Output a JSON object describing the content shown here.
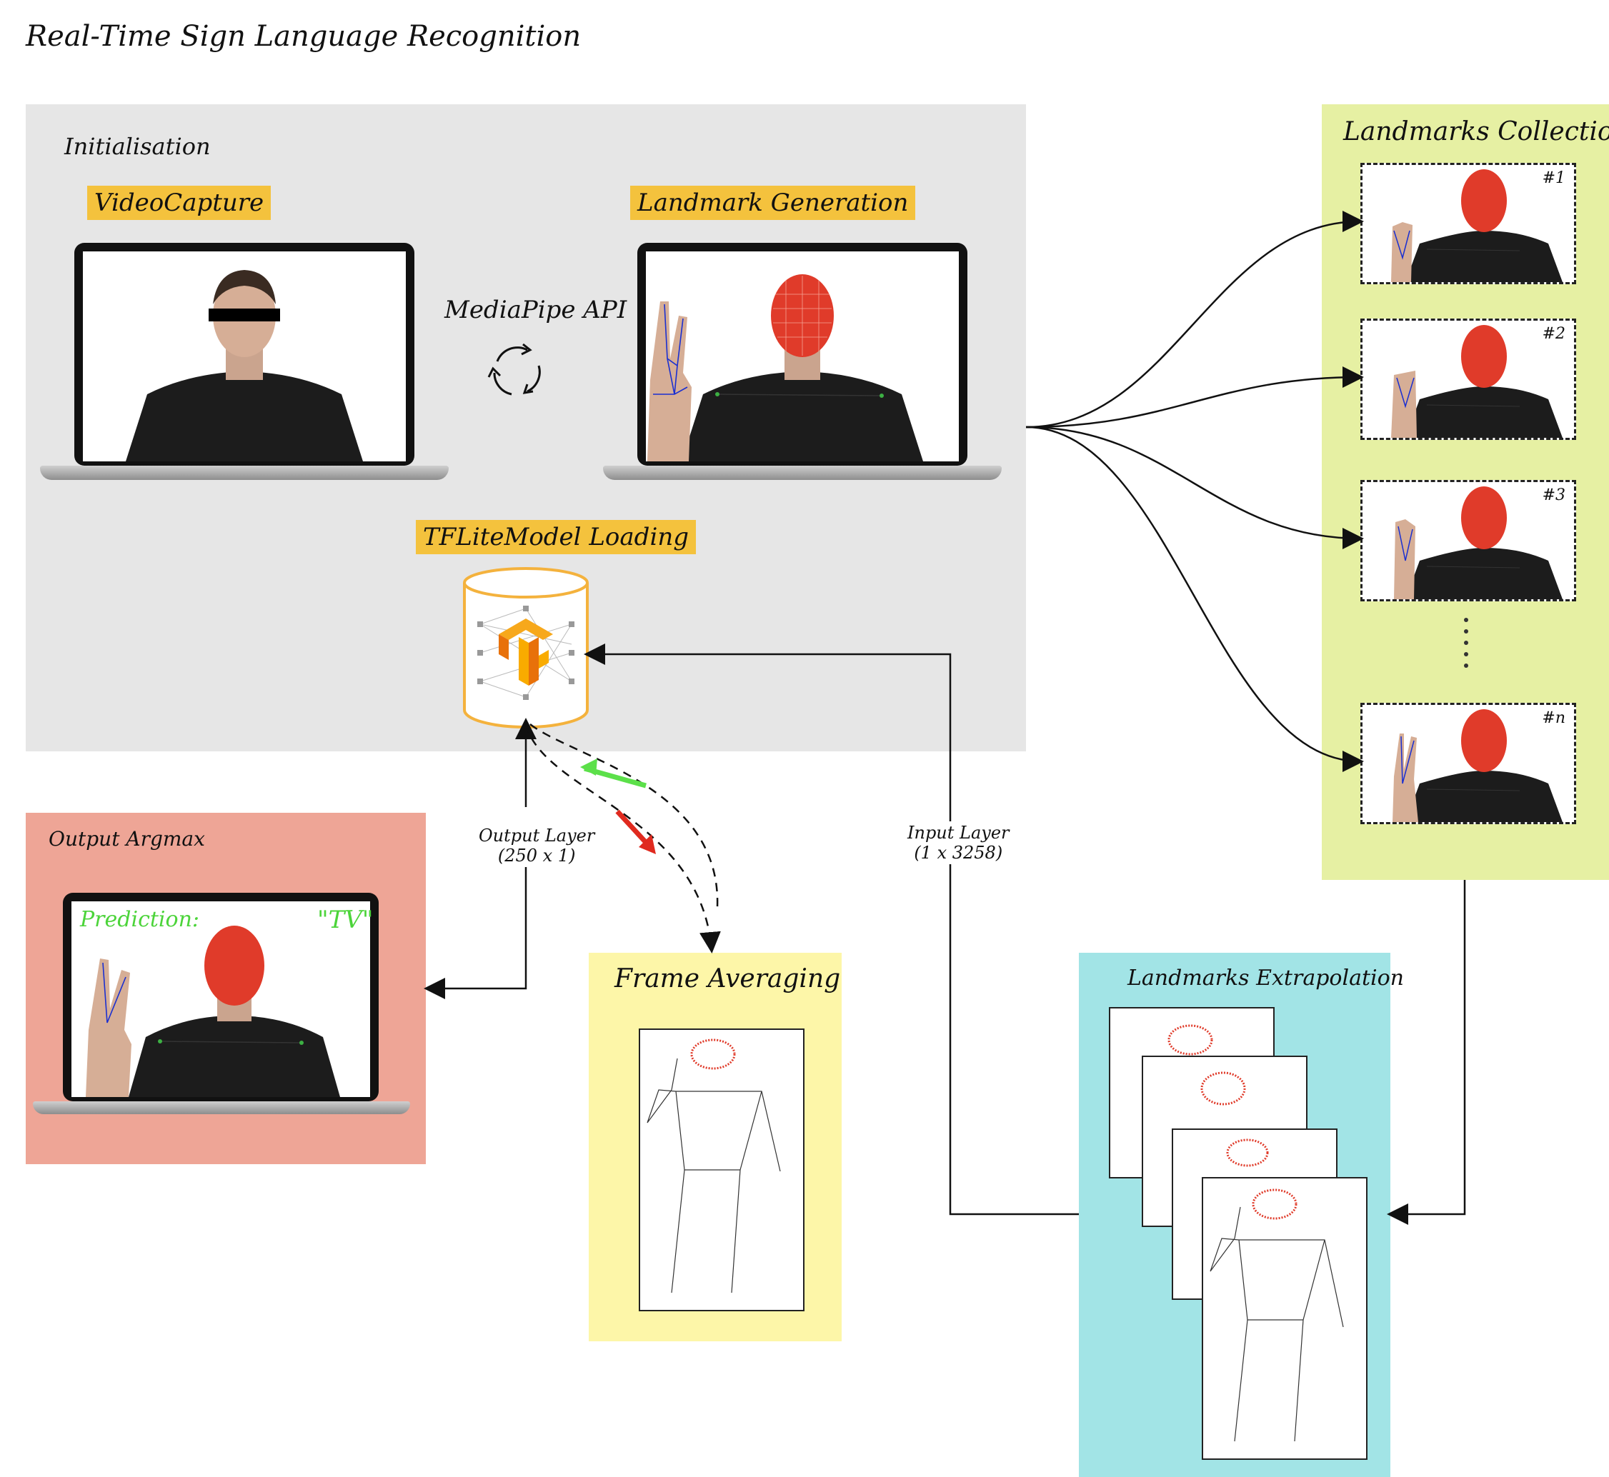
{
  "title": "Real-Time Sign Language Recognition",
  "initialisation": {
    "title": "Initialisation",
    "video_capture": "VideoCapture",
    "landmark_generation": "Landmark Generation",
    "mediapipe": "MediaPipe API",
    "tflite": "TFLiteModel Loading"
  },
  "landmarks_collection": {
    "title": "Landmarks Collection",
    "frames": [
      "#1",
      "#2",
      "#3",
      "#n"
    ]
  },
  "output": {
    "title": "Output Argmax",
    "prediction_label": "Prediction:",
    "prediction_value": "\"TV\""
  },
  "frame_averaging": {
    "title": "Frame Averaging"
  },
  "landmarks_extrapolation": {
    "title": "Landmarks Extrapolation"
  },
  "labels": {
    "output_layer_line1": "Output Layer",
    "output_layer_line2": "(250 x 1)",
    "input_layer_line1": "Input Layer",
    "input_layer_line2": "(1 x 3258)"
  },
  "colors": {
    "init_bg": "#e6e6e6",
    "collection_bg": "#e6f0a3",
    "output_bg": "#eea596",
    "averaging_bg": "#fdf6a8",
    "extrapolation_bg": "#a2e4e6",
    "tag_bg": "#f4c23d",
    "prediction": "#4cd43a"
  }
}
